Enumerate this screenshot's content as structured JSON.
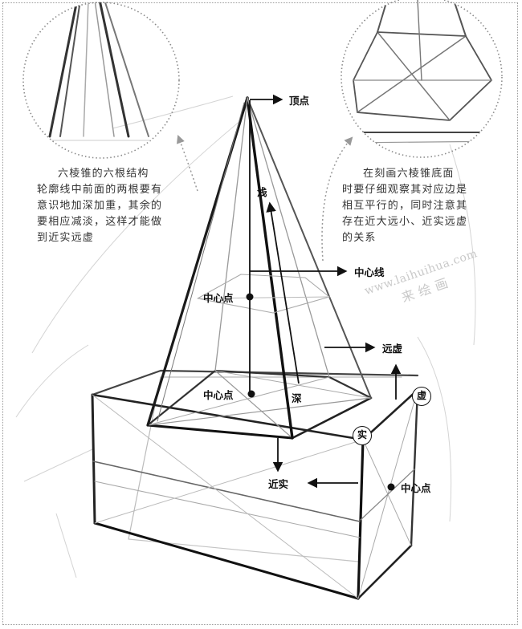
{
  "left_note": {
    "lines": [
      "六棱锥的六根结构",
      "轮廓线中前面的两根要有",
      "意识地加深加重，其余的",
      "要相应减淡，这样才能做",
      "到近实远虚"
    ]
  },
  "right_note": {
    "lines": [
      "在刻画六棱锥底面",
      "时要仔细观察其对应边是",
      "相互平行的，同时注意其",
      "存在近大远小、近实远虚",
      "的关系"
    ]
  },
  "labels": {
    "apex": "顶点",
    "light": "浅",
    "center_line": "中心线",
    "center_point_1": "中心点",
    "far_virtual": "远虚",
    "center_point_2": "中心点",
    "dark": "深",
    "virtual": "虚",
    "solid": "实",
    "near_solid": "近实",
    "center_point_3": "中心点"
  },
  "watermark": {
    "url": "www.laihuihua.com",
    "cn": "来绘画"
  }
}
